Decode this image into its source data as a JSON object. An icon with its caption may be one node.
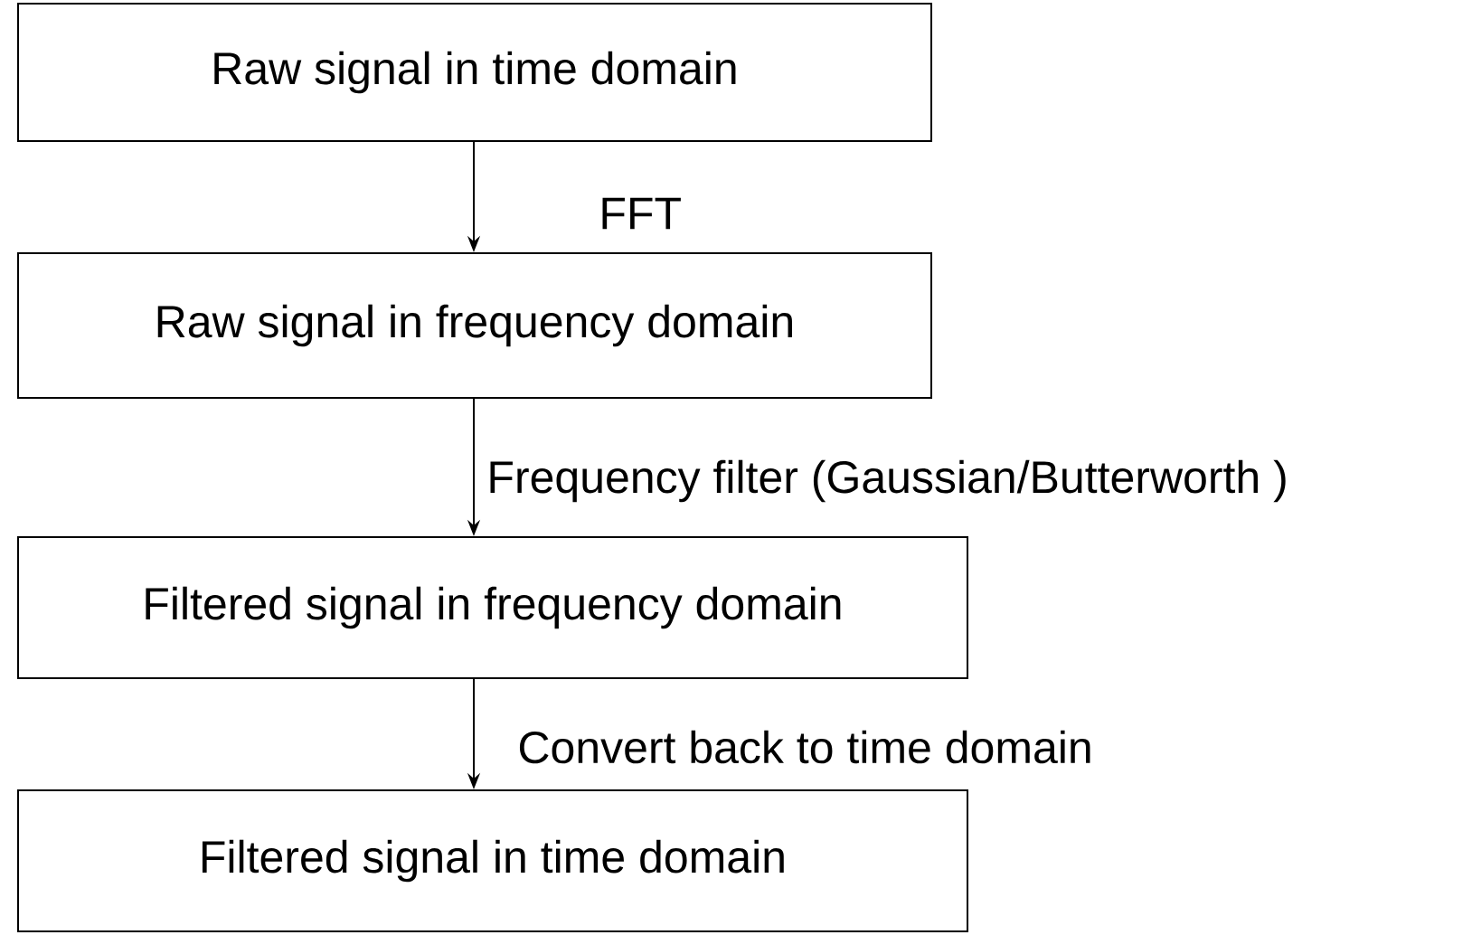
{
  "diagram": {
    "nodes": [
      {
        "text": [
          "Raw signal in time domain"
        ]
      },
      {
        "text": [
          "Raw signal in frequency domain"
        ]
      },
      {
        "text": [
          "Filtered signal in frequency domain"
        ]
      },
      {
        "text": [
          "Filtered signal in time domain"
        ]
      }
    ],
    "edges": [
      {
        "from": 0,
        "to": 1,
        "arrow": "to",
        "label": "FFT"
      },
      {
        "from": 1,
        "to": 2,
        "arrow": "to",
        "label": "Frequency filter (Gaussian/Butterworth )"
      },
      {
        "from": 2,
        "to": 3,
        "arrow": "to",
        "label": "Convert back to time domain"
      }
    ]
  }
}
